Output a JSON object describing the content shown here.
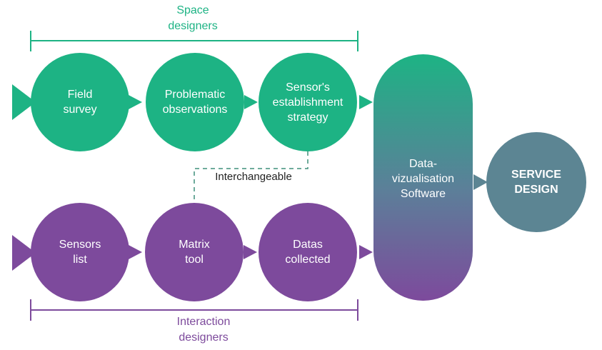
{
  "colors": {
    "green": "#1db384",
    "purple": "#7d4a9c",
    "teal": "#5c8593",
    "dash": "#3f8f7a"
  },
  "space_label": [
    "Space",
    "designers"
  ],
  "interaction_label": [
    "Interaction",
    "designers"
  ],
  "interchangeable_label": "Interchangeable",
  "top_row": [
    {
      "lines": [
        "Field",
        "survey"
      ]
    },
    {
      "lines": [
        "Problematic",
        "observations"
      ]
    },
    {
      "lines": [
        "Sensor's",
        "establishment",
        "strategy"
      ]
    }
  ],
  "bottom_row": [
    {
      "lines": [
        "Sensors",
        "list"
      ]
    },
    {
      "lines": [
        "Matrix",
        "tool"
      ]
    },
    {
      "lines": [
        "Datas",
        "collected"
      ]
    }
  ],
  "software": {
    "lines": [
      "Data-",
      "vizualisation",
      "Software"
    ]
  },
  "service": {
    "lines": [
      "SERVICE",
      "DESIGN"
    ]
  }
}
